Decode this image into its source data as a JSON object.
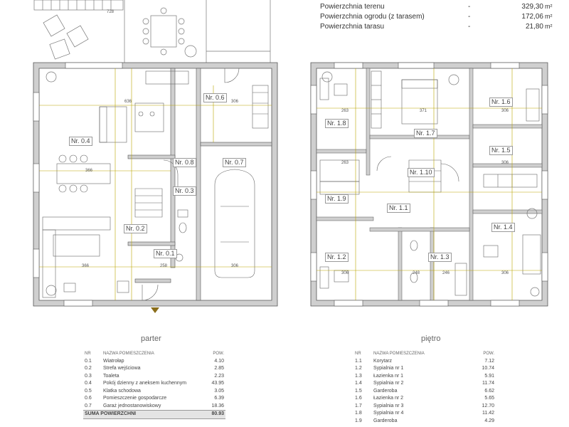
{
  "area_summary": [
    {
      "name": "Powierzchnia terenu",
      "value": "329,30",
      "unit": "m²"
    },
    {
      "name": "Powierzchnia ogrodu (z tarasem)",
      "value": "172,06",
      "unit": "m²"
    },
    {
      "name": "Powierzchnia tarasu",
      "value": "21,80",
      "unit": "m²"
    }
  ],
  "dash": "-",
  "ground_floor": {
    "title": "parter",
    "labels": [
      "Nr. 0.4",
      "Nr. 0.6",
      "Nr. 0.8",
      "Nr. 0.7",
      "Nr. 0.3",
      "Nr. 0.2",
      "Nr. 0.1"
    ],
    "dims": [
      "728",
      "636",
      "366",
      "366",
      "258",
      "306",
      "306"
    ],
    "table": {
      "headers": [
        "NR",
        "NAZWA POMIESZCZENIA",
        "POW."
      ],
      "rows": [
        [
          "0.1",
          "Wiatrołap",
          "4.10"
        ],
        [
          "0.2",
          "Strefa wejściowa",
          "2.85"
        ],
        [
          "0.3",
          "Toaleta",
          "2.23"
        ],
        [
          "0.4",
          "Pokój dzienny z aneksem kuchennym",
          "43.95"
        ],
        [
          "0.5",
          "Klatka schodowa",
          "3.05"
        ],
        [
          "0.6",
          "Pomieszczenie gospodarcze",
          "6.39"
        ],
        [
          "0.7",
          "Garaż jednostanowiskowy",
          "18.36"
        ]
      ],
      "sum_label": "SUMA POWIERZCHNI",
      "sum_value": "80.93"
    }
  },
  "upper_floor": {
    "title": "piętro",
    "labels": [
      "Nr. 1.8",
      "Nr. 1.7",
      "Nr. 1.6",
      "Nr. 1.5",
      "Nr. 1.10",
      "Nr. 1.9",
      "Nr. 1.1",
      "Nr. 1.4",
      "Nr. 1.2",
      "Nr. 1.3"
    ],
    "dims": [
      "263",
      "371",
      "306",
      "263",
      "306",
      "248",
      "306",
      "246",
      "306"
    ],
    "table": {
      "headers": [
        "NR",
        "NAZWA POMIESZCZENIA",
        "POW."
      ],
      "rows": [
        [
          "1.1",
          "Korytarz",
          "7.12"
        ],
        [
          "1.2",
          "Sypialnia nr 1",
          "10.74"
        ],
        [
          "1.3",
          "Łazienka nr 1",
          "5.91"
        ],
        [
          "1.4",
          "Sypialnia nr 2",
          "11.74"
        ],
        [
          "1.5",
          "Garderoba",
          "6.62"
        ],
        [
          "1.6",
          "Łazienka nr 2",
          "5.65"
        ],
        [
          "1.7",
          "Sypialnia nr 3",
          "12.70"
        ],
        [
          "1.8",
          "Sypialnia nr 4",
          "11.42"
        ],
        [
          "1.9",
          "Garderoba",
          "4.29"
        ]
      ]
    }
  }
}
